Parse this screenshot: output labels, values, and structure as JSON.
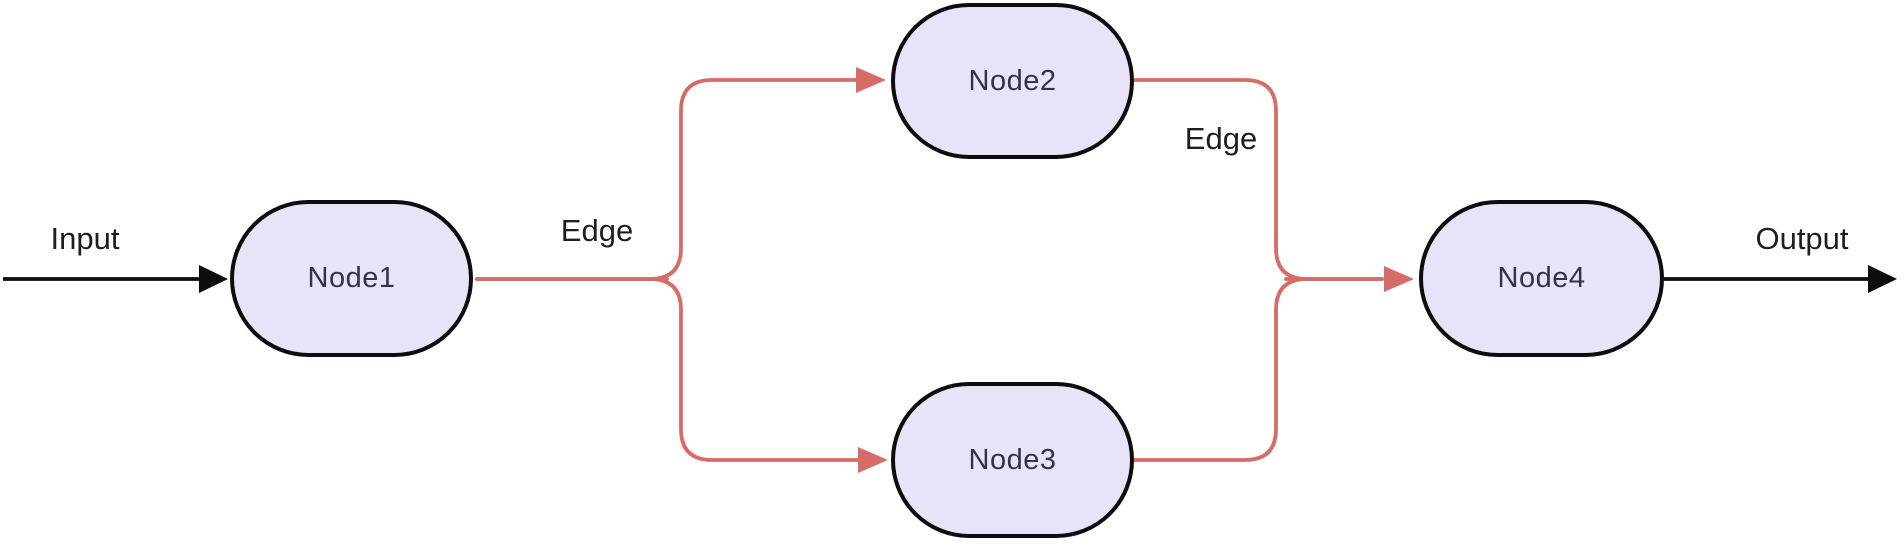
{
  "diagram": {
    "type": "flowchart",
    "direction": "left-to-right"
  },
  "nodes": {
    "node1": {
      "label": "Node1"
    },
    "node2": {
      "label": "Node2"
    },
    "node3": {
      "label": "Node3"
    },
    "node4": {
      "label": "Node4"
    }
  },
  "edges": {
    "input": {
      "label": "Input",
      "from": "start",
      "to": "node1"
    },
    "node1_node2": {
      "label": "Edge",
      "from": "node1",
      "to": "node2"
    },
    "node1_node3": {
      "label": "",
      "from": "node1",
      "to": "node3"
    },
    "node2_node4": {
      "label": "Edge",
      "from": "node2",
      "to": "node4"
    },
    "node3_node4": {
      "label": "",
      "from": "node3",
      "to": "node4"
    },
    "output": {
      "label": "Output",
      "from": "node4",
      "to": "end"
    }
  },
  "colors": {
    "edge_accent": "#d66c68",
    "edge_black": "#0d0d0d",
    "node_fill": "#e9e3f9",
    "node_border": "#0d0d0d",
    "node_text": "#333344",
    "label_text": "#1e1e1e",
    "background": "#ffffff"
  }
}
